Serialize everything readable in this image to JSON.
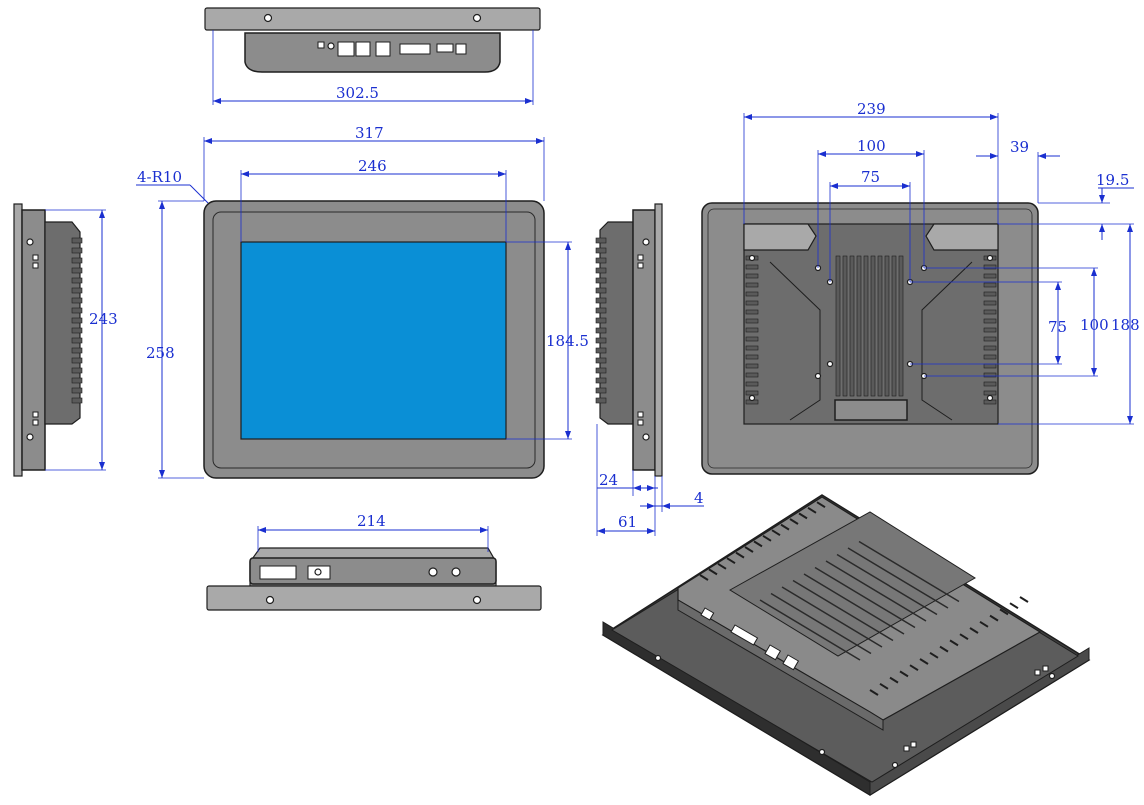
{
  "dimensions": {
    "top_width": "302.5",
    "overall_width": "317",
    "screen_width": "246",
    "corner_radius": "4-R10",
    "side_height": "243",
    "overall_height": "258",
    "screen_height": "184.5",
    "depth_24": "24",
    "depth_4": "4",
    "depth_61": "61",
    "bottom_width": "214",
    "rear_width": "239",
    "vesa_100_h": "100",
    "vesa_75_h": "75",
    "offset_39": "39",
    "offset_19_5": "19.5",
    "vesa_75_v": "75",
    "vesa_100_v": "100",
    "rear_height": "188"
  },
  "colors": {
    "dimension": "#1a2fd0",
    "screen": "#0a8fd6",
    "housing": "#8c8c8c"
  }
}
